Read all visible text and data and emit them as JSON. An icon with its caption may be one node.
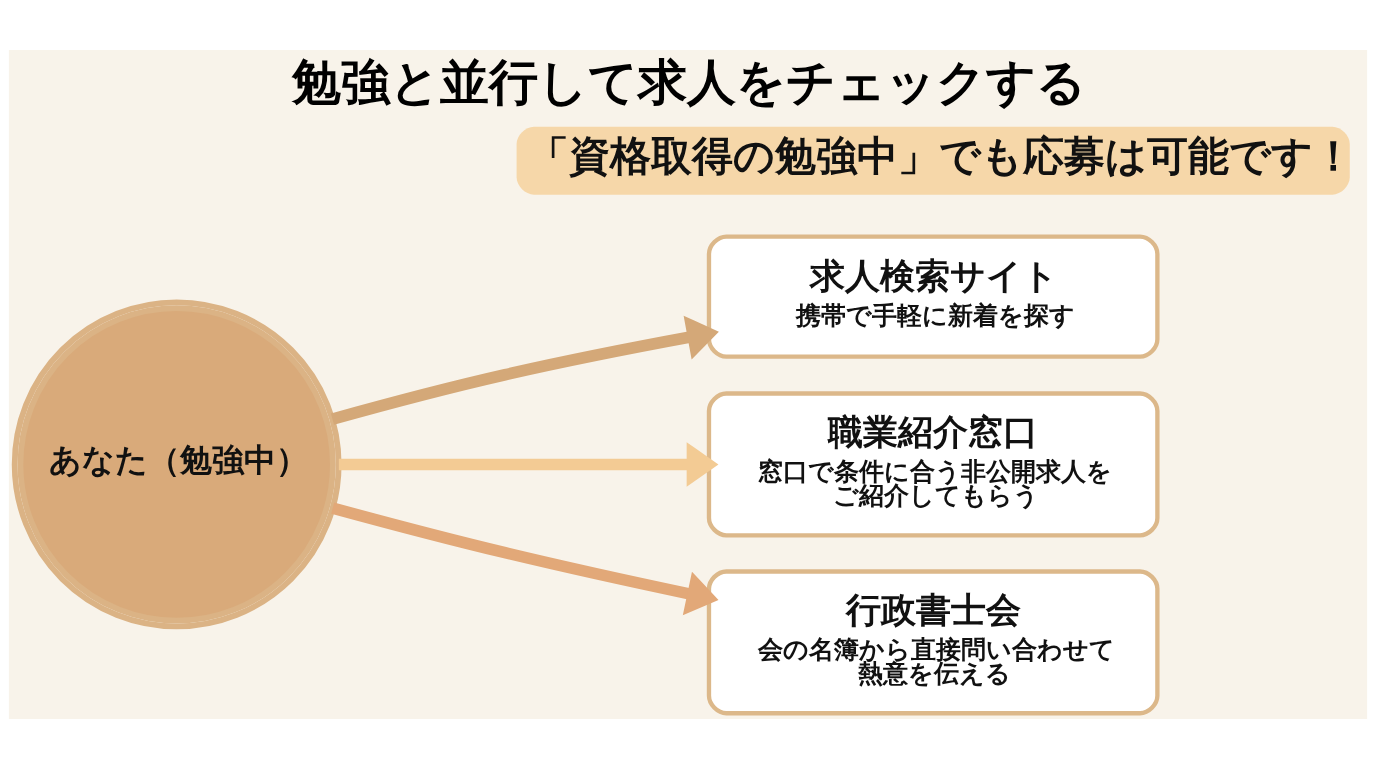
{
  "diagram": {
    "title": "勉強と並行して求人をチェックする",
    "nodes": [
      {
        "text": [
          "あなた（勉強中）"
        ]
      },
      {
        "text": [
          "求人検索サイト",
          "携帯で手軽に新着を探す"
        ]
      },
      {
        "text": [
          "職業紹介窓口",
          "窓口で条件に合う非公開求人をご紹介してもらう"
        ]
      },
      {
        "text": [
          "行政書士会",
          "会の名簿から直接問い合わせて熱意を伝える"
        ]
      }
    ],
    "edges": [
      {
        "from": 0,
        "to": 1,
        "arrow": "to",
        "color": "#d4a878"
      },
      {
        "from": 0,
        "to": 2,
        "arrow": "to",
        "color": "#f3cb94"
      },
      {
        "from": 0,
        "to": 3,
        "arrow": "to",
        "color": "#e2a878"
      }
    ],
    "labels": [
      "「資格取得の勉強中」でも応募は可能です！"
    ]
  }
}
